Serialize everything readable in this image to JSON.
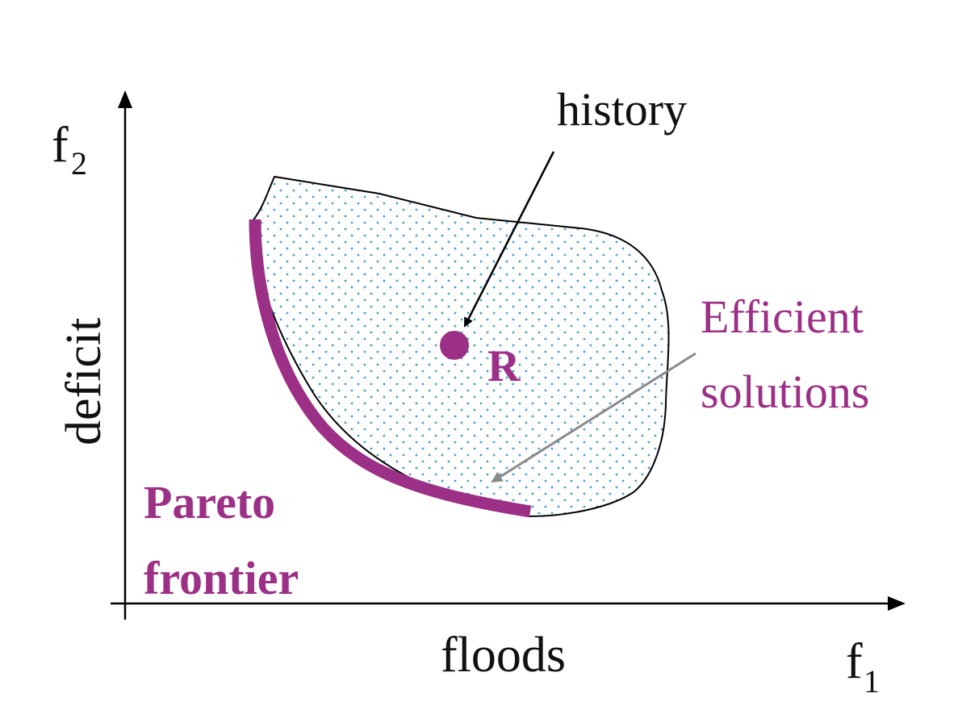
{
  "axes": {
    "x_label": "floods",
    "y_label": "deficit",
    "x_symbol": {
      "base": "f",
      "subscript": "1"
    },
    "y_symbol": {
      "base": "f",
      "subscript": "2"
    }
  },
  "annotations": {
    "history": "history",
    "point_label": "R",
    "efficient_line1": "Efficient",
    "efficient_line2": "solutions",
    "pareto_line1": "Pareto",
    "pareto_line2": "frontier"
  },
  "colors": {
    "accent": "#9c2f86",
    "axis": "#000000",
    "region_dots": "#4a9fc8",
    "pointer_gray": "#8a8a8a",
    "text": "#111111"
  }
}
